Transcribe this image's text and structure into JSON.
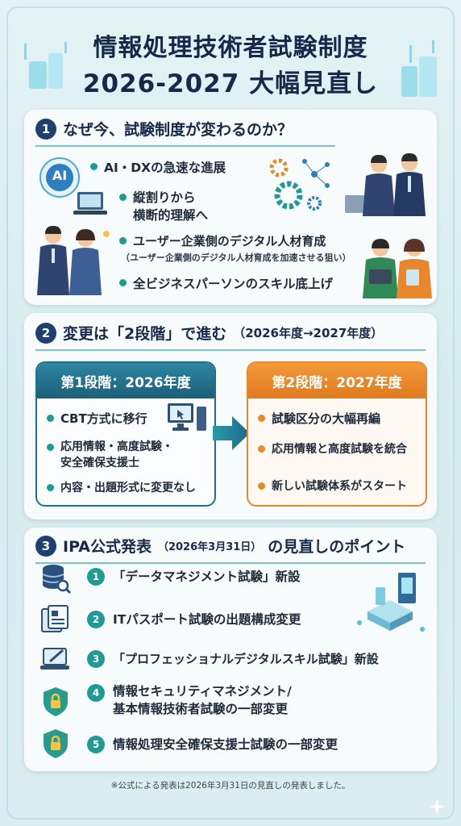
{
  "title": {
    "line1": "情報処理技術者試験制度",
    "line2": "2026-2027 大幅見直し"
  },
  "section1": {
    "number": "1",
    "heading": "なぜ今、試験制度が変わるのか？",
    "ai_label": "AI",
    "bullets": [
      {
        "text": "AI・DXの急速な進展"
      },
      {
        "text": "縦割りから"
      },
      {
        "text": "横断的理解へ"
      },
      {
        "text": "ユーザー企業側のデジタル人材育成"
      },
      {
        "text": "（ユーザー企業側のデジタル人材育成を加速させる狙い）"
      },
      {
        "text": "全ビジネスパーソンのスキル底上げ"
      }
    ]
  },
  "section2": {
    "number": "2",
    "heading": "変更は「2段階」で進む",
    "heading_sub": "（2026年度→2027年度）",
    "stage1": {
      "title": "第1段階：2026年度",
      "items": [
        "CBT方式に移行",
        "応用情報・高度試験・",
        "安全確保支援士",
        "内容・出題形式に変更なし"
      ]
    },
    "stage2": {
      "title": "第2段階：2027年度",
      "items": [
        "試験区分の大幅再編",
        "応用情報と高度試験を統合",
        "新しい試験体系がスタート"
      ]
    },
    "colors": {
      "stage1": "#1f6f8b",
      "stage2": "#e8862c",
      "arrow": "#1f8a9a"
    }
  },
  "section3": {
    "number": "3",
    "heading": "IPA公式発表",
    "heading_sub": "（2026年3月31日）",
    "heading_tail": "の見直しのポイント",
    "points": [
      {
        "num": "1",
        "icon": "database-search-icon",
        "lines": [
          "「データマネジメント試験」新設"
        ]
      },
      {
        "num": "2",
        "icon": "document-icon",
        "lines": [
          "ITパスポート試験の出題構成変更"
        ]
      },
      {
        "num": "3",
        "icon": "laptop-pen-icon",
        "lines": [
          "「プロフェッショナルデジタルスキル試験」新設"
        ]
      },
      {
        "num": "4",
        "icon": "shield-lock-icon",
        "lines": [
          "情報セキュリティマネジメント/",
          "基本情報技術者試験の一部変更"
        ]
      },
      {
        "num": "5",
        "icon": "shield-lock-icon",
        "lines": [
          "情報処理安全確保支援士試験の一部変更"
        ]
      }
    ]
  },
  "footer": "※公式による発表は2026年3月31日の見直しの発表しました。"
}
